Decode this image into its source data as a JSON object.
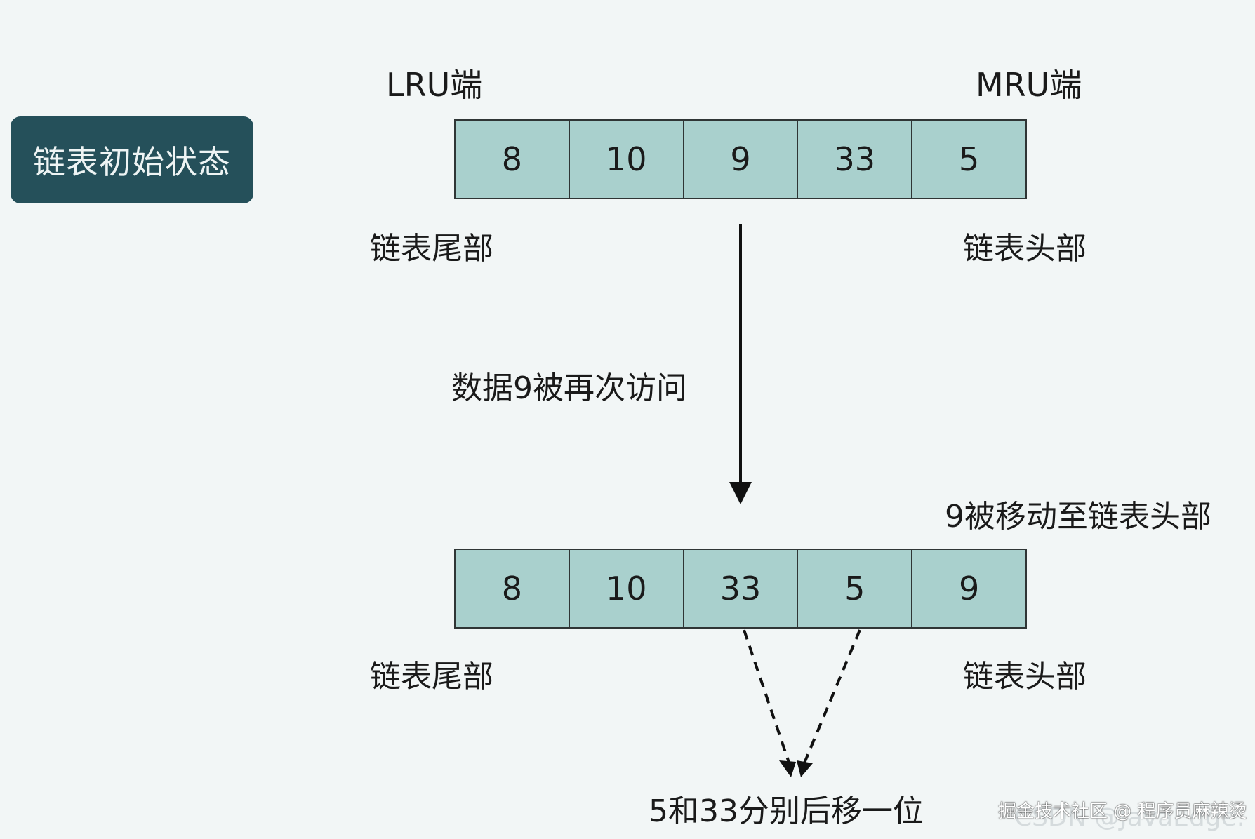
{
  "state_label": "链表初始状态",
  "lru_label": "LRU端",
  "mru_label": "MRU端",
  "tail_label": "链表尾部",
  "head_label": "链表头部",
  "initial_list": [
    "8",
    "10",
    "9",
    "33",
    "5"
  ],
  "access_label": "数据9被再次访问",
  "move_label": "9被移动至链表头部",
  "final_list": [
    "8",
    "10",
    "33",
    "5",
    "9"
  ],
  "shift_label": "5和33分别后移一位",
  "watermark_primary": "掘金技术社区 @ 程序员麻辣烫",
  "watermark_secondary": "CSDN @JavaEdge.",
  "colors": {
    "cell_fill": "#a9d0cd",
    "badge_fill": "#25505a",
    "background": "#f2f6f6"
  }
}
